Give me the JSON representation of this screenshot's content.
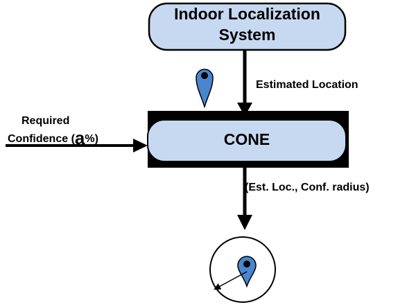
{
  "diagram": {
    "ils_box": {
      "label_line1": "Indoor Localization",
      "label_line2": "System"
    },
    "estimated_location_label": "Estimated Location",
    "cone_box": {
      "label": "CONE"
    },
    "required_label": "Required",
    "confidence_prefix": "Confidence (",
    "confidence_symbol": "a",
    "confidence_suffix": "%)",
    "output_label": "(Est. Loc., Conf. radius)",
    "colors": {
      "box_fill": "#c7d9f1",
      "box_stroke": "#000000",
      "pin_fill": "#4a86cf",
      "pin_dot": "#000000",
      "cone_shadow": "#000000"
    }
  }
}
